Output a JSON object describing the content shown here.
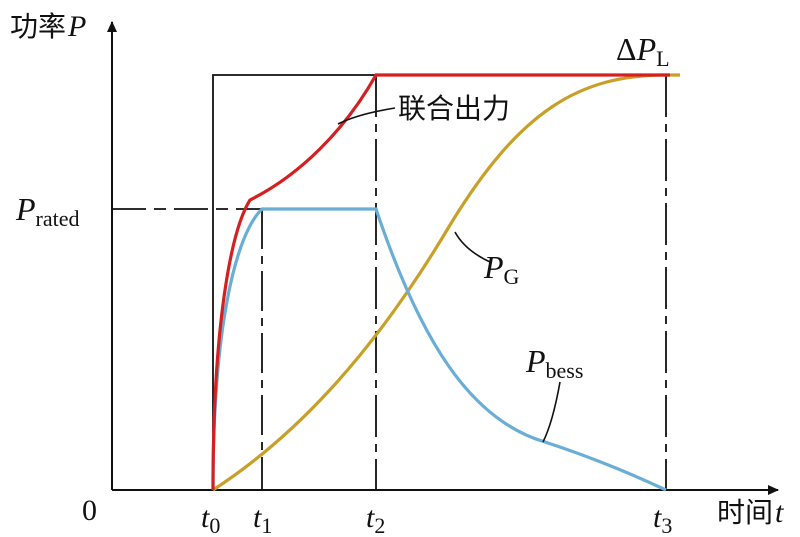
{
  "diagram": {
    "y_axis_label_text": "功率",
    "y_axis_label_symbol": "P",
    "x_axis_label_text": "时间",
    "x_axis_label_symbol": "t",
    "origin_label": "0",
    "p_rated_symbol": "P",
    "p_rated_subscript": "rated",
    "delta_pl_prefix": "Δ",
    "delta_pl_symbol": "P",
    "delta_pl_subscript": "L",
    "t_ticks": [
      {
        "symbol": "t",
        "sub": "0"
      },
      {
        "symbol": "t",
        "sub": "1"
      },
      {
        "symbol": "t",
        "sub": "2"
      },
      {
        "symbol": "t",
        "sub": "3"
      }
    ],
    "curves": {
      "combined": {
        "label": "联合出力",
        "color": "#d42020"
      },
      "pg": {
        "symbol": "P",
        "sub": "G",
        "color": "#c8a028"
      },
      "pbess": {
        "symbol": "P",
        "sub": "bess",
        "color": "#6aaed6"
      }
    }
  }
}
